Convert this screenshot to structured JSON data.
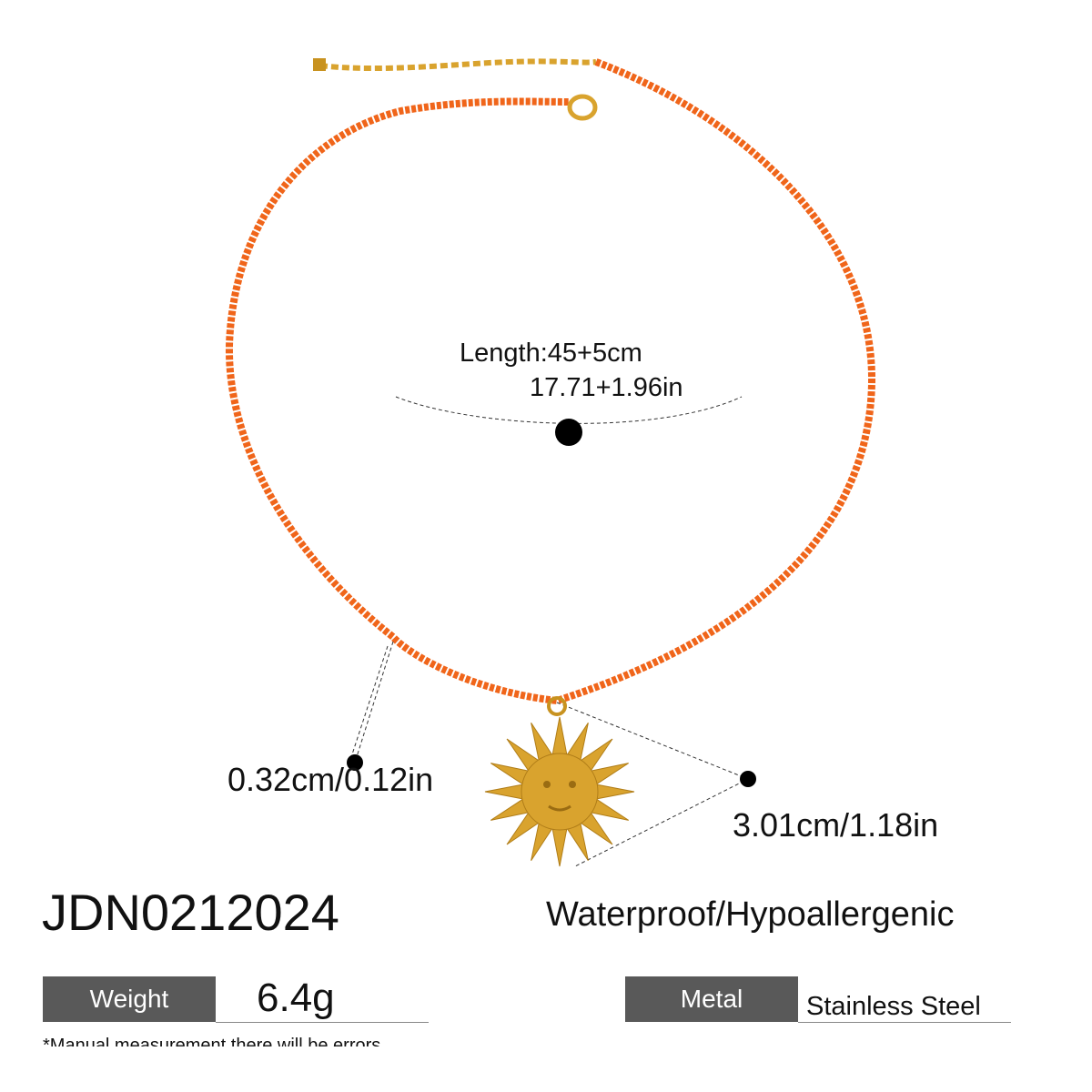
{
  "product": {
    "code": "JDN0212024",
    "features": "Waterproof/Hypoallergenic",
    "bead_color": "#f0651a",
    "metal_color": "#d9a32e"
  },
  "measurements": {
    "length_cm": "Length:45+5cm",
    "length_in": "17.71+1.96in",
    "bead_size": "0.32cm/0.12in",
    "pendant_size": "3.01cm/1.18in"
  },
  "specs": {
    "weight_label": "Weight",
    "weight_value": "6.4g",
    "metal_label": "Metal",
    "metal_value": "Stainless Steel"
  },
  "disclaimer": "*Manual measurement there will be errors"
}
